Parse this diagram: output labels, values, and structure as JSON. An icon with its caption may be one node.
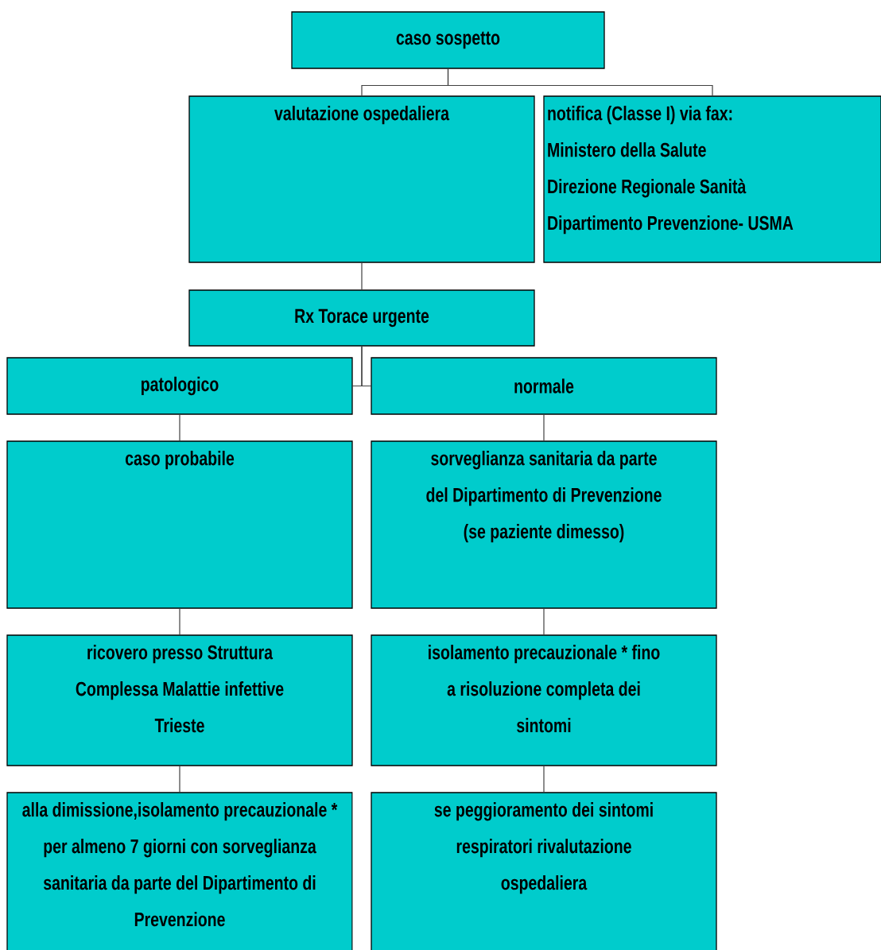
{
  "diagram": {
    "nodes": [
      {
        "text": [
          "caso sospetto"
        ]
      },
      {
        "text": [
          "valutazione ospedaliera"
        ]
      },
      {
        "text": [
          "notifica (Classe I) via fax:",
          "Ministero della Salute",
          "Direzione Regionale Sanità",
          "Dipartimento Prevenzione- USMA"
        ]
      },
      {
        "text": [
          "Rx Torace urgente"
        ]
      },
      {
        "text": [
          "patologico"
        ]
      },
      {
        "text": [
          "normale"
        ]
      },
      {
        "text": [
          "caso probabile"
        ]
      },
      {
        "text": [
          "sorveglianza sanitaria da parte del Dipartimento di Prevenzione (se paziente dimesso)"
        ]
      },
      {
        "text": [
          "ricovero presso Struttura Complessa Malattie infettive Trieste"
        ]
      },
      {
        "text": [
          "isolamento precauzionale * fino a risoluzione completa dei sintomi"
        ]
      },
      {
        "text": [
          "alla dimissione,isolamento precauzionale * per almeno 7 giorni con sorveglianza sanitaria da parte del Dipartimento di Prevenzione"
        ]
      },
      {
        "text": [
          "se peggioramento dei sintomi respiratori rivalutazione ospedaliera"
        ]
      }
    ],
    "edges": [
      {
        "from": 0,
        "to": 1,
        "arrow": "none"
      },
      {
        "from": 0,
        "to": 2,
        "arrow": "none"
      },
      {
        "from": 1,
        "to": 3,
        "arrow": "none"
      },
      {
        "from": 3,
        "to": 4,
        "arrow": "none"
      },
      {
        "from": 3,
        "to": 5,
        "arrow": "none"
      },
      {
        "from": 4,
        "to": 6,
        "arrow": "none"
      },
      {
        "from": 6,
        "to": 8,
        "arrow": "none"
      },
      {
        "from": 8,
        "to": 10,
        "arrow": "none"
      },
      {
        "from": 5,
        "to": 7,
        "arrow": "none"
      },
      {
        "from": 7,
        "to": 9,
        "arrow": "none"
      },
      {
        "from": 9,
        "to": 11,
        "arrow": "none"
      }
    ]
  }
}
